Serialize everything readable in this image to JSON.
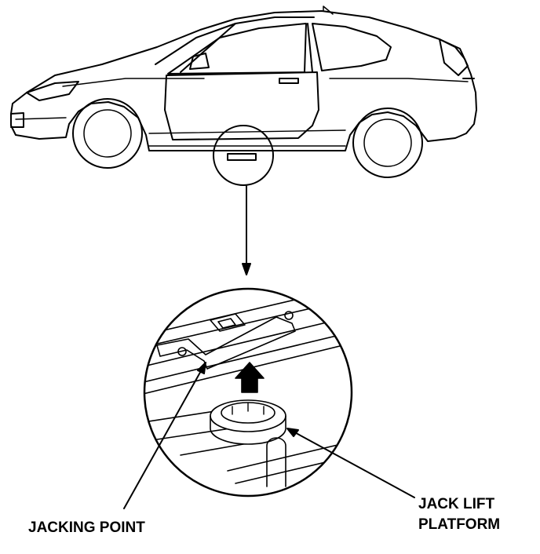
{
  "labels": {
    "jacking_point": "JACKING POINT",
    "jack_lift_platform_line1": "JACK LIFT",
    "jack_lift_platform_line2": "PLATFORM"
  },
  "colors": {
    "ink": "#000000",
    "paper": "#ffffff"
  }
}
